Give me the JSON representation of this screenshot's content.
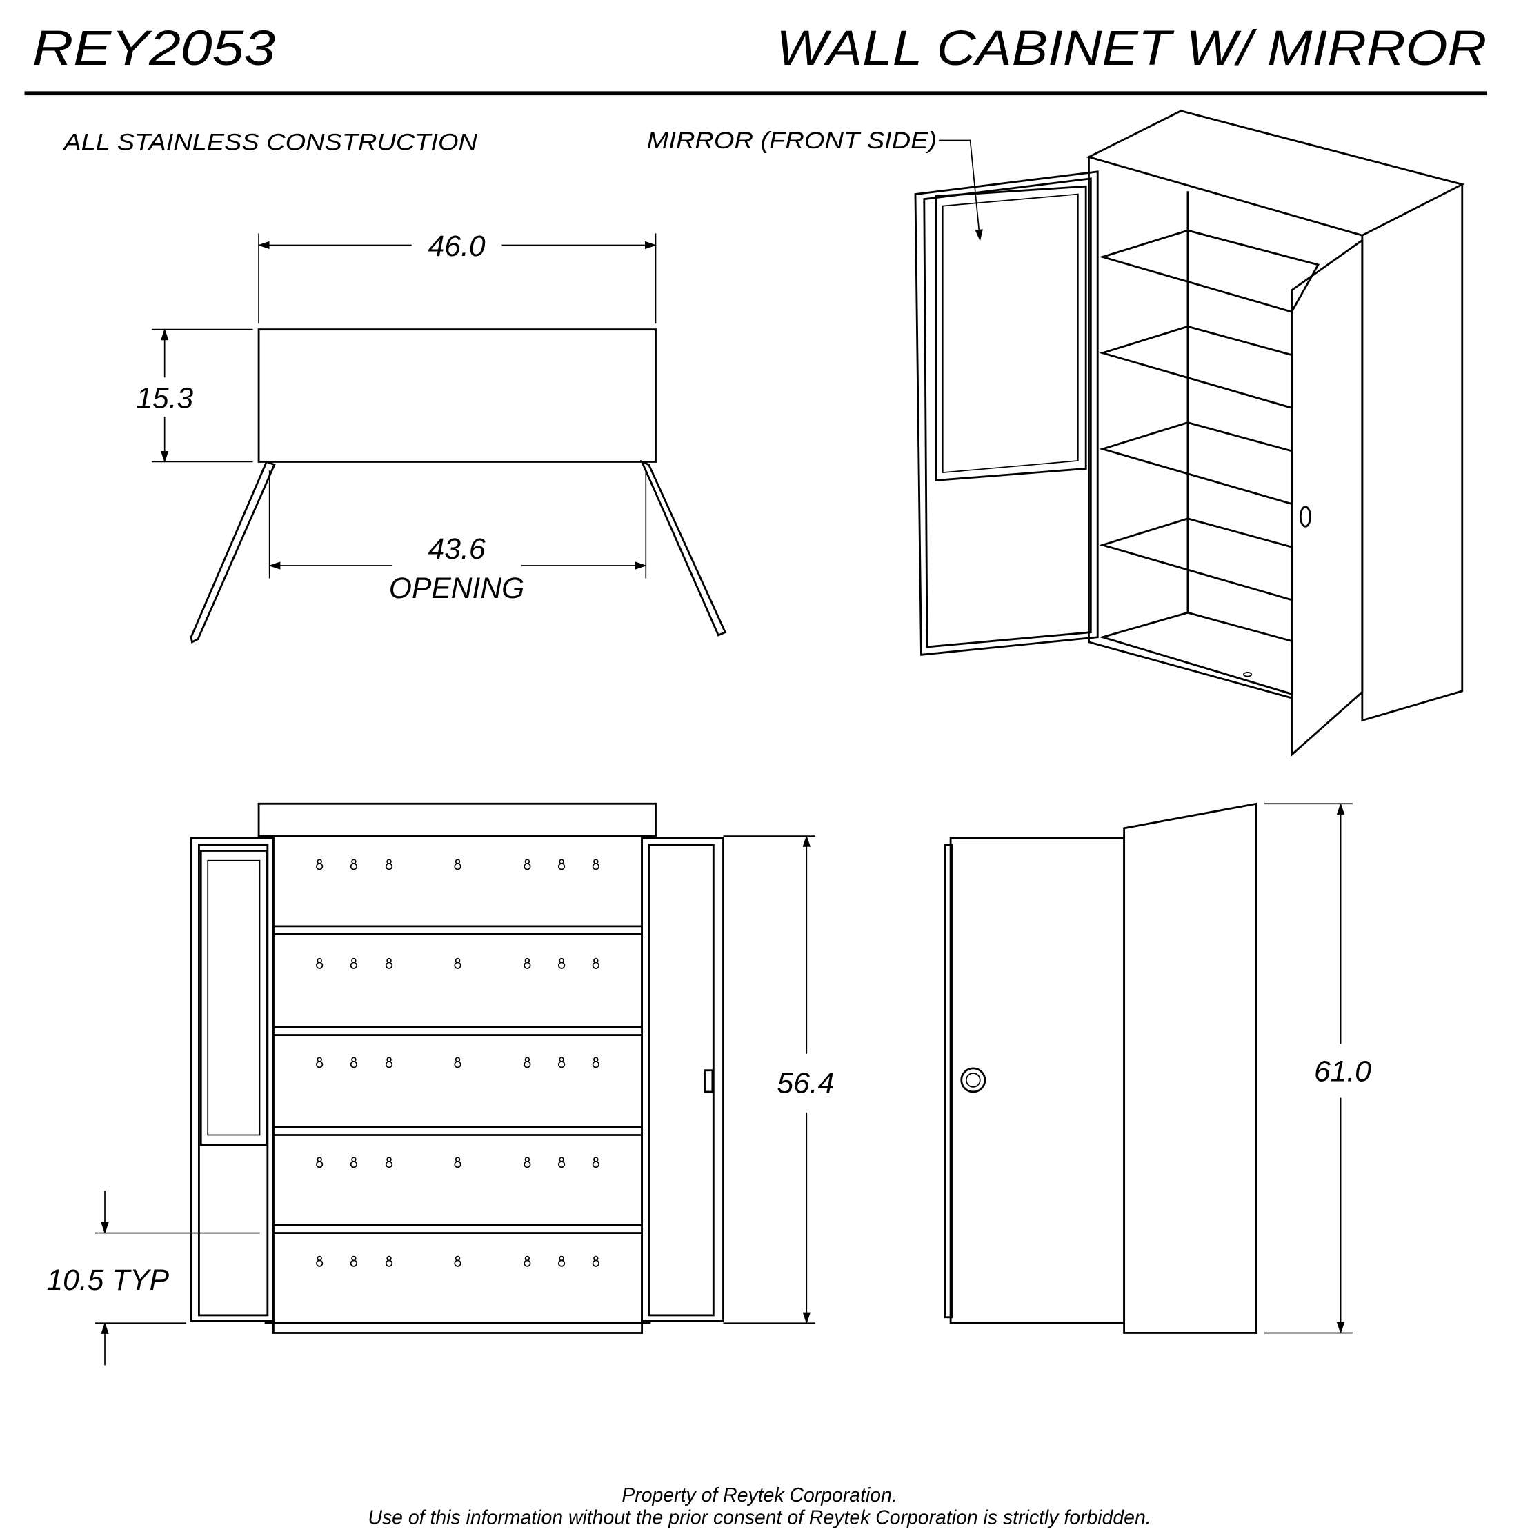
{
  "header": {
    "part_number": "REY2053",
    "title": "WALL CABINET W/ MIRROR"
  },
  "notes": {
    "construction": "ALL STAINLESS CONSTRUCTION",
    "mirror_callout": "MIRROR (FRONT SIDE)"
  },
  "top_view": {
    "width": "46.0",
    "depth": "15.3",
    "opening": "43.6",
    "opening_label": "OPENING"
  },
  "front_view": {
    "height": "56.4",
    "shelf_spacing": "10.5 TYP"
  },
  "side_view": {
    "overall_height": "61.0"
  },
  "footer": {
    "line1": "Property of Reytek Corporation.",
    "line2": "Use of this information without the prior consent of Reytek Corporation is strictly forbidden."
  }
}
